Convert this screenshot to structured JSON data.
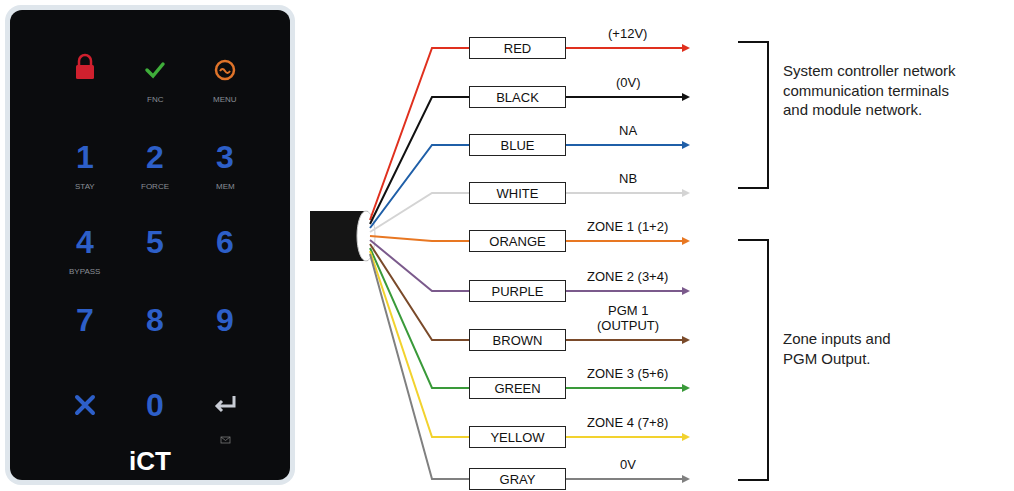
{
  "diagram": {
    "nodes": [
      {
        "text": [
          "RED"
        ]
      },
      {
        "text": [
          "BLACK"
        ]
      },
      {
        "text": [
          "BLUE"
        ]
      },
      {
        "text": [
          "WHITE"
        ]
      },
      {
        "text": [
          "ORANGE"
        ]
      },
      {
        "text": [
          "PURPLE"
        ]
      },
      {
        "text": [
          "BROWN"
        ]
      },
      {
        "text": [
          "GREEN"
        ]
      },
      {
        "text": [
          "YELLOW"
        ]
      },
      {
        "text": [
          "GRAY"
        ]
      }
    ],
    "labels": [
      "FNC",
      "MENU",
      "1",
      "STAY",
      "2",
      "FORCE",
      "3",
      "MEM",
      "4",
      "BYPASS",
      "5",
      "6",
      "7",
      "8",
      "9",
      "0",
      "iCT",
      "(+12V)",
      "(0V)",
      "NA",
      "NB",
      "ZONE 1 (1+2)",
      "ZONE 2 (3+4)",
      "PGM 1",
      "(OUTPUT)",
      "ZONE 3 (5+6)",
      "ZONE 4 (7+8)",
      "0V",
      "System controller network communication terminals and module network.",
      "Zone inputs and PGM Output."
    ]
  }
}
